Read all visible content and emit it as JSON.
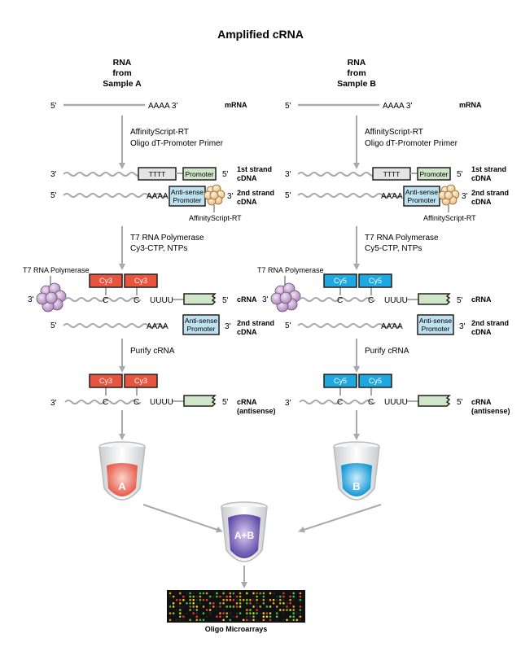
{
  "title": "Amplified cRNA",
  "footer_label": "Oligo Microarrays",
  "colors": {
    "cy3": "#e8553f",
    "cy5": "#1fa8df",
    "promoter": "#cfe6c8",
    "antisense": "#bfe2f1",
    "tttt": "#e4e4e4",
    "polymerase": "#c4a6cc",
    "mixed": "#7b64b4",
    "enzyme": "#f3c98d"
  },
  "panels": [
    {
      "id": "a",
      "sample_label": [
        "RNA",
        "from",
        "Sample A"
      ],
      "five_prime": "5'",
      "three_prime": "3'",
      "poly_a": "AAAA 3'",
      "mrna_label": "mRNA",
      "step1": [
        "AffinityScript-RT",
        "Oligo dT-Promoter Primer"
      ],
      "tttt": "TTTT",
      "promoter": "Promoter",
      "first_strand": [
        "1st strand",
        "cDNA"
      ],
      "aaaa": "AAAA",
      "antisense": [
        "Anti-sense",
        "Promoter"
      ],
      "second_strand": [
        "2nd strand",
        "cDNA"
      ],
      "enzyme_label": "AffinityScript-RT",
      "step2": [
        "T7 RNA Polymerase",
        "Cy3-CTP, NTPs"
      ],
      "polymerase_label": "T7 RNA Polymerase",
      "dye": "Cy3",
      "c": "C",
      "uuuu": "UUUU",
      "crna_label": "cRNA",
      "step3": "Purify cRNA",
      "crna_antisense": [
        "cRNA",
        "(antisense)"
      ],
      "tube_label": "A"
    },
    {
      "id": "b",
      "sample_label": [
        "RNA",
        "from",
        "Sample B"
      ],
      "five_prime": "5'",
      "three_prime": "3'",
      "poly_a": "AAAA 3'",
      "mrna_label": "mRNA",
      "step1": [
        "AffinityScript-RT",
        "Oligo dT-Promoter Primer"
      ],
      "tttt": "TTTT",
      "promoter": "Promoter",
      "first_strand": [
        "1st strand",
        "cDNA"
      ],
      "aaaa": "AAAA",
      "antisense": [
        "Anti-sense",
        "Promoter"
      ],
      "second_strand": [
        "2nd strand",
        "cDNA"
      ],
      "enzyme_label": "AffinityScript-RT",
      "step2": [
        "T7 RNA Polymerase",
        "Cy5-CTP, NTPs"
      ],
      "polymerase_label": "T7 RNA Polymerase",
      "dye": "Cy5",
      "c": "C",
      "uuuu": "UUUU",
      "crna_label": "cRNA",
      "step3": "Purify cRNA",
      "crna_antisense": [
        "cRNA",
        "(antisense)"
      ],
      "tube_label": "B"
    }
  ],
  "combined_tube_label": "A+B"
}
